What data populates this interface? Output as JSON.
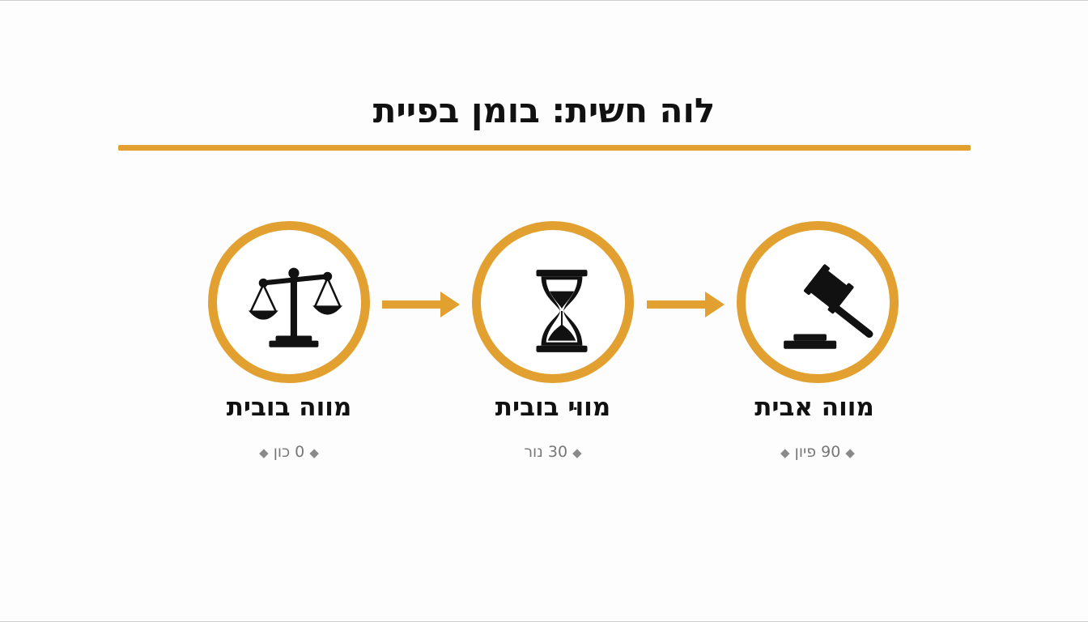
{
  "title": "לוה חשית: בומן בפיית",
  "colors": {
    "accent": "#e1a02f",
    "icon": "#111111",
    "note": "#777777"
  },
  "stages": [
    {
      "icon": "gavel-icon",
      "title": "מווה אבית",
      "note": "90 פיון",
      "marker": "◆"
    },
    {
      "icon": "hourglass-icon",
      "title": "מווּי בובית",
      "note": "30 נור",
      "marker": "◆"
    },
    {
      "icon": "scales-icon",
      "title": "מווה בובית",
      "note": "0 כון",
      "marker": "◆"
    }
  ]
}
